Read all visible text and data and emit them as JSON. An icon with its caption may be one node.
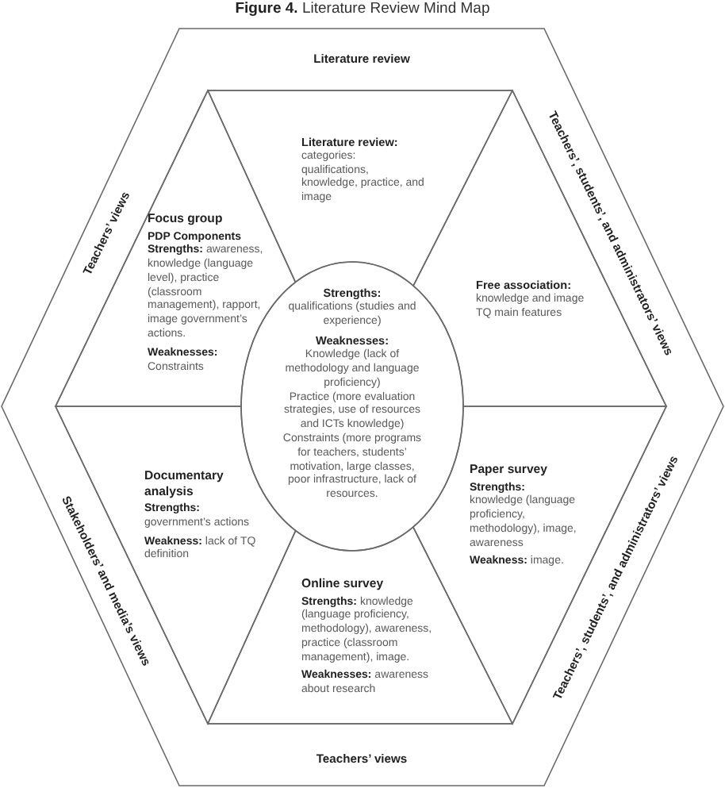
{
  "diagram": {
    "title": "**Figure 4.** Literature Review Mind Map",
    "nodes": [
      {
        "text": [
          "Literature review",
          "Teachers’ views",
          "Teachers’, students’, and administrators’ views",
          "Stakeholders’ and media’s views",
          "Teachers’, students’, and administrators’ views",
          "Teachers’ views"
        ]
      },
      {
        "text": [
          "Literature review:",
          "categories: qualifications, knowledge, practice, and image"
        ],
        "in": 0
      },
      {
        "text": [
          "Focus group",
          "**PDP Components Strengths:** awareness, knowledge (language level), practice (classroom management), rapport, image government’s actions.",
          "**Weaknesses:** Constraints"
        ],
        "in": 0
      },
      {
        "text": [
          "Free association:",
          "knowledge and image TQ main features"
        ],
        "in": 0
      },
      {
        "text": [
          "Strengths:",
          "qualifications (studies and experience)",
          "Weaknesses:",
          "Knowledge (lack of methodology and language proficiency)",
          "Practice (more evaluation strategies, use of resources and ICTs knowledge)",
          "Constraints (more programs for teachers, students’ motivation, large classes, poor infrastructure, lack of resources."
        ],
        "in": 0
      },
      {
        "text": [
          "Documentary analysis",
          "**Strengths:** government’s actions",
          "**Weakness:** lack of TQ definition"
        ],
        "in": 0
      },
      {
        "text": [
          "Paper survey",
          "**Strengths:** knowledge (language proficiency, methodology), image, awareness",
          "**Weakness:** image."
        ],
        "in": 0
      },
      {
        "text": [
          "Online survey",
          "**Strengths:** knowledge (language proficiency, methodology), awareness, practice (classroom management), image.",
          "**Weaknesses:** awareness about research"
        ],
        "in": 0
      }
    ]
  }
}
